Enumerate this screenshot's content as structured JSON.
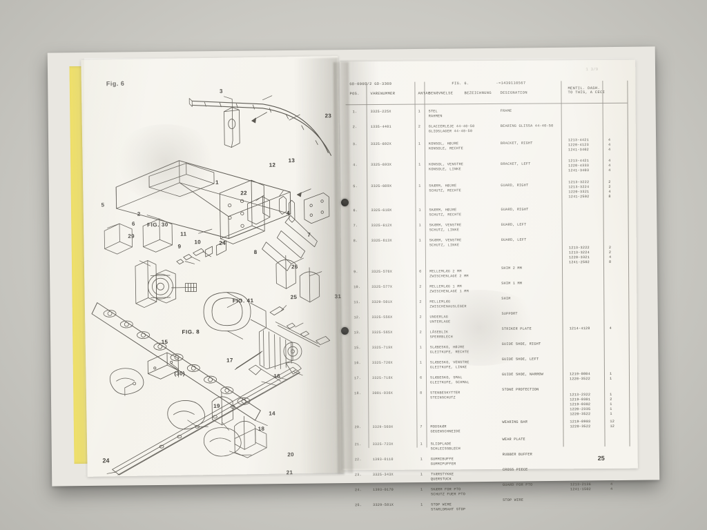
{
  "document": {
    "type": "spare-parts-catalogue-scan",
    "left_page": {
      "page_number": "24",
      "figure_label": "Fig. 6",
      "sub_figures": [
        "FIG. 30",
        "FIG. 41",
        "FIG. 8"
      ],
      "callouts": [
        "3",
        "1",
        "5",
        "6",
        "29",
        "9",
        "10",
        "11",
        "24",
        "7",
        "8",
        "12",
        "13",
        "23",
        "4",
        "22",
        "2",
        "26",
        "25",
        "31",
        "15",
        "16",
        "17",
        "(30)",
        "18",
        "19",
        "20",
        "21",
        "14"
      ]
    },
    "right_page": {
      "page_number": "25",
      "header": {
        "model_left": "GD-0005/2  GD-3300",
        "figure": "FIG.   6.",
        "serial": "-=1439110567"
      },
      "columns": [
        {
          "key": "pos",
          "line1": "POS.",
          "line2": ""
        },
        {
          "key": "num",
          "line1": "VARENUMMER",
          "line2": ""
        },
        {
          "key": "qty",
          "line1": "ANTAL",
          "line2": ""
        },
        {
          "key": "ben",
          "line1": "BENÆVNELSE",
          "line2": "BEZEICHNUNG"
        },
        {
          "key": "des",
          "line1": "DESIGNATION",
          "line2": ""
        },
        {
          "key": "ref",
          "line1": "MENTIL. DASH.",
          "line2": "TO THIS, A CECI"
        }
      ],
      "rows": [
        {
          "pos": "1.",
          "num": "3325-225X",
          "qty": "1",
          "ben1": "STEL",
          "ben2": "RAHMEN",
          "des": "FRAME",
          "refs": [],
          "counts": []
        },
        {
          "pos": "2.",
          "num": "1335-4401",
          "qty": "2",
          "ben1": "GLACIERLEJE 44-40-50",
          "ben2": "GLIDSLAGER 44-40-50",
          "des": "BEARING GLISSA 44-40-50",
          "refs": [],
          "counts": []
        },
        {
          "pos": "3.",
          "num": "3325-692X",
          "qty": "1",
          "ben1": "KONSOL, HØJRE",
          "ben2": "KONSOLE, RECHTE",
          "des": "BRACKET, RIGHT",
          "refs": [
            "1213-4421",
            "1220-4123",
            "1241-3402"
          ],
          "counts": [
            "4",
            "4",
            "4"
          ]
        },
        {
          "pos": "4.",
          "num": "3325-693X",
          "qty": "1",
          "ben1": "KONSOL, VENSTRE",
          "ben2": "KONSOLE, LINKE",
          "des": "BRACKET, LEFT",
          "refs": [
            "1213-4421",
            "1220-4333",
            "1241-3403"
          ],
          "counts": [
            "4",
            "4",
            "4"
          ]
        },
        {
          "pos": "5.",
          "num": "3325-609X",
          "qty": "1",
          "ben1": "SKÆRM, HØJRE",
          "ben2": "SCHUTZ, RECHTE",
          "des": "GUARD, RIGHT",
          "refs": [
            "1213-3222",
            "1213-3224",
            "1220-3321",
            "1241-2502"
          ],
          "counts": [
            "2",
            "2",
            "4",
            "8"
          ]
        },
        {
          "pos": "6.",
          "num": "3325-610X",
          "qty": "1",
          "ben1": "SKÆRM, HØJRE",
          "ben2": "SCHUTZ, RECHTE",
          "des": "GUARD, RIGHT",
          "refs": [],
          "counts": []
        },
        {
          "pos": "7.",
          "num": "3325-612X",
          "qty": "1",
          "ben1": "SKÆRM, VENSTRE",
          "ben2": "SCHUTZ, LINKE",
          "des": "GUARD, LEFT",
          "refs": [],
          "counts": []
        },
        {
          "pos": "8.",
          "num": "3325-613X",
          "qty": "1",
          "ben1": "SKÆRM, VENSTRE",
          "ben2": "SCHUTZ, LINKE",
          "des": "GUARD, LEFT",
          "refs": [
            "1213-3222",
            "1213-3224",
            "1220-3321",
            "1241-2502"
          ],
          "counts": [
            "2",
            "2",
            "4",
            "8"
          ]
        },
        {
          "pos": "9.",
          "num": "3325-576X",
          "qty": "6",
          "ben1": "MELLEMLÆG 2 MM",
          "ben2": "ZWISCHENLAGE 2 MM",
          "des": "SHIM 2 MM",
          "refs": [],
          "counts": []
        },
        {
          "pos": "10.",
          "num": "3325-577X",
          "qty": "2",
          "ben1": "MELLEMLÆG 1 MM",
          "ben2": "ZWISCHENLAGE 1 MM",
          "des": "SHIM 1 MM",
          "refs": [],
          "counts": []
        },
        {
          "pos": "11.",
          "num": "3329-501X",
          "qty": "2",
          "ben1": "MELLEMLÆG",
          "ben2": "ZWISCHENAUSLEGER",
          "des": "SHIM",
          "refs": [],
          "counts": []
        },
        {
          "pos": "12.",
          "num": "3325-556X",
          "qty": "2",
          "ben1": "UNDERLAG",
          "ben2": "UNTERLAGE",
          "des": "SUPPORT",
          "refs": [],
          "counts": []
        },
        {
          "pos": "13.",
          "num": "3325-565X",
          "qty": "2",
          "ben1": "LÅSEBLIK",
          "ben2": "SPERRBLECH",
          "des": "STRIKER PLATE",
          "refs": [
            "1214-4128"
          ],
          "counts": [
            "4"
          ]
        },
        {
          "pos": "15.",
          "num": "3325-719X",
          "qty": "1",
          "ben1": "SLÆBESKO, HØJRE",
          "ben2": "GLEITKUFE, RECHTE",
          "des": "GUIDE SHOE, RIGHT",
          "refs": [],
          "counts": []
        },
        {
          "pos": "16.",
          "num": "3325-720X",
          "qty": "1",
          "ben1": "SLÆBESKO, VENSTRE",
          "ben2": "GLEITKUFE, LINKE",
          "des": "GUIDE SHOE, LEFT",
          "refs": [],
          "counts": []
        },
        {
          "pos": "17.",
          "num": "3325-718X",
          "qty": "6",
          "ben1": "SLÆBESKO, SMAL",
          "ben2": "GLEITKUFE, SCHMAL",
          "des": "GUIDE SHOE, NARROW",
          "refs": [
            "1219-0804",
            "1220-3522"
          ],
          "counts": [
            "1",
            "1"
          ]
        },
        {
          "pos": "18.",
          "num": "3081-036X",
          "qty": "8",
          "ben1": "STENBESKYTTER",
          "ben2": "STEINSCHUTZ",
          "des": "STONE PROTECTION",
          "refs": [
            "1213-2322",
            "1219-0301",
            "1219-0302",
            "1220-2335",
            "1220-3522"
          ],
          "counts": [
            "1",
            "2",
            "1",
            "1",
            "1"
          ]
        },
        {
          "pos": "20.",
          "num": "3329-560X",
          "qty": "7",
          "ben1": "MODSKÆR",
          "ben2": "GEGENSCHNEIDE",
          "des": "WEARING BAR",
          "refs": [
            "1219-0903",
            "1220-3522"
          ],
          "counts": [
            "12",
            "12"
          ]
        },
        {
          "pos": "21.",
          "num": "3325-723X",
          "qty": "1",
          "ben1": "SLIDPLADE",
          "ben2": "SCHLEISSBLECH",
          "des": "WEAR PLATE",
          "refs": [],
          "counts": []
        },
        {
          "pos": "22.",
          "num": "1393-0110",
          "qty": "1",
          "ben1": "GUMMIBUFFE",
          "ben2": "GUMMIPUFFER",
          "des": "RUBBER BUFFER",
          "refs": [],
          "counts": []
        },
        {
          "pos": "23.",
          "num": "3325-343X",
          "qty": "1",
          "ben1": "TVÆRSTYKKE",
          "ben2": "QUERSTUCK",
          "des": "CROSS PIECE",
          "refs": [],
          "counts": []
        },
        {
          "pos": "24.",
          "num": "1393-0170",
          "qty": "1",
          "ben1": "SKÆRM FOR PTO",
          "ben2": "SCHUTZ FUER PTO",
          "des": "GUARD FOR PTO",
          "refs": [
            "1213-2136",
            "1241-1502"
          ],
          "counts": [
            "4",
            "4"
          ]
        },
        {
          "pos": "25.",
          "num": "3329-581X",
          "qty": "1",
          "ben1": "STOP WIRE",
          "ben2": "STARLDRAHT STOP",
          "des": "STOP WIRE",
          "refs": [],
          "counts": []
        }
      ]
    }
  }
}
